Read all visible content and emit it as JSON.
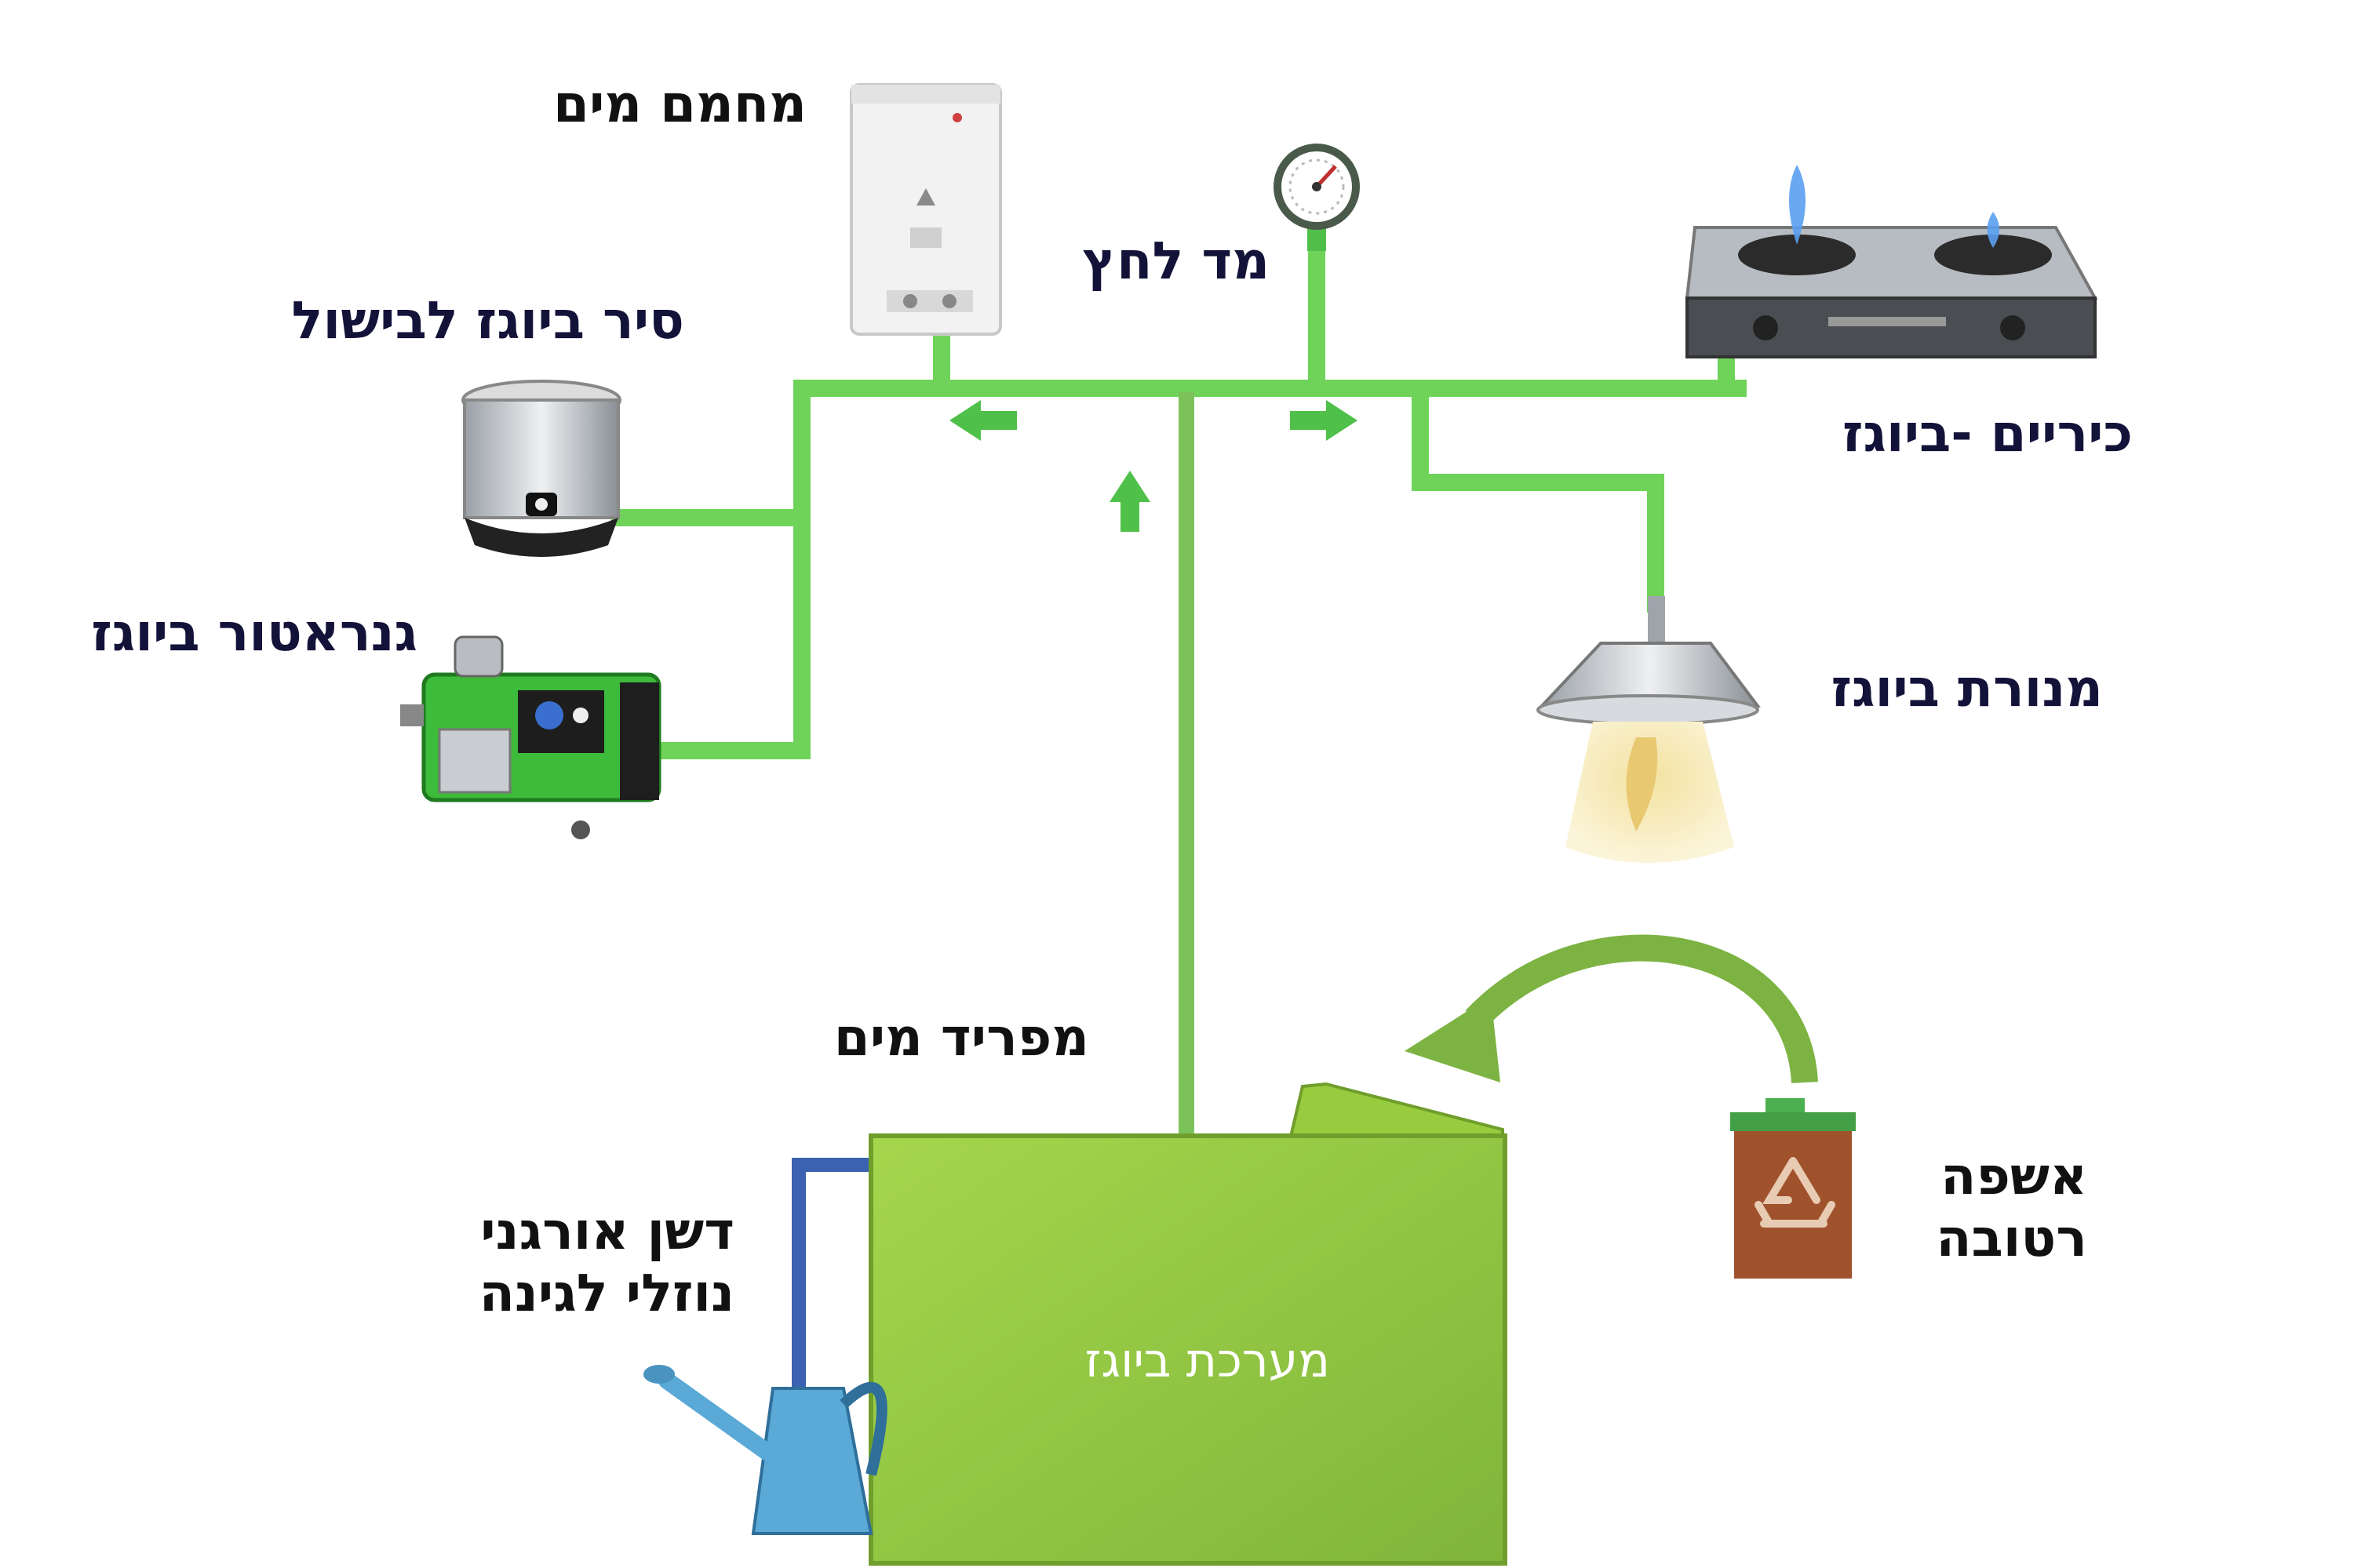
{
  "labels": {
    "water_heater": "מחמם מים",
    "pressure_gauge": "מד לחץ",
    "stove": "כיריים -ביוגז",
    "rice_cooker": "סיר ביוגז לבישול",
    "generator": "גנראטור ביוגז",
    "lamp": "מנורת ביוגז",
    "water_separator": "מפריד מים",
    "fertilizer_line1": "דשן אורגני",
    "fertilizer_line2": "נוזלי לגינה",
    "biogas_system": "מערכת ביוגז",
    "waste_line1": "אשפה",
    "waste_line2": "רטובה"
  },
  "icons": {
    "water_heater": "water-heater-icon",
    "pressure_gauge": "pressure-gauge-icon",
    "stove": "gas-stove-icon",
    "rice_cooker": "rice-cooker-icon",
    "generator": "generator-icon",
    "lamp": "lamp-icon",
    "watering_can": "watering-can-icon",
    "recycle_bin": "recycle-bin-icon"
  },
  "colors": {
    "gas_pipe": "#6fd35a",
    "main_pipe": "#7cc25a",
    "digester_fill": "#8cc63f",
    "fertilizer_pipe": "#3a62b0",
    "recycle_bin": "#a0522d",
    "curved_arrow": "#7cb342",
    "label_text": "#111111"
  }
}
